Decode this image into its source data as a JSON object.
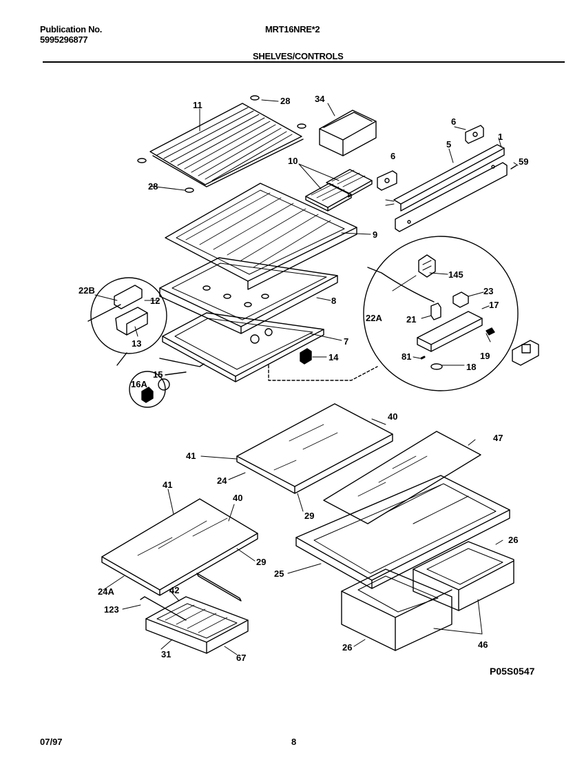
{
  "header": {
    "publication_label": "Publication No.",
    "publication_number": "5995296877",
    "model": "MRT16NRE*2",
    "section_title": "SHELVES/CONTROLS"
  },
  "callouts": {
    "p11": "11",
    "p28a": "28",
    "p28b": "28",
    "p34": "34",
    "p6a": "6",
    "p6b": "6",
    "p5": "5",
    "p1": "1",
    "p59": "59",
    "p10": "10",
    "p9": "9",
    "p145": "145",
    "p22b": "22B",
    "p12": "12",
    "p13": "13",
    "p8": "8",
    "p23": "23",
    "p17": "17",
    "p22a": "22A",
    "p21": "21",
    "p7": "7",
    "p14": "14",
    "p19": "19",
    "p81": "81",
    "p18": "18",
    "p15": "15",
    "p16a": "16A",
    "p40a": "40",
    "p47": "47",
    "p41a": "41",
    "p24": "24",
    "p29a": "29",
    "p41b": "41",
    "p40b": "40",
    "p29b": "29",
    "p26a": "26",
    "p25": "25",
    "p24a": "24A",
    "p42": "42",
    "p123": "123",
    "p31": "31",
    "p67": "67",
    "p26b": "26",
    "p46": "46"
  },
  "footer": {
    "drawing_code": "P05S0547",
    "date": "07/97",
    "page_number": "8"
  }
}
